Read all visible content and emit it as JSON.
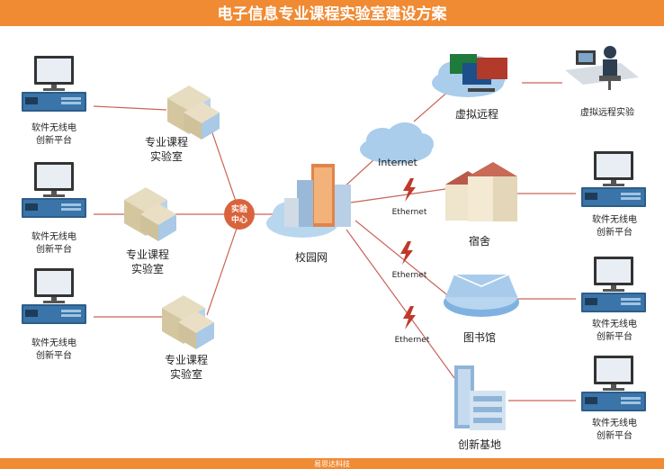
{
  "header": {
    "title": "电子信息专业课程实验室建设方案"
  },
  "footer": {
    "text": "易思达科技"
  },
  "colors": {
    "banner": "#f08a33",
    "lines": "#c9645a",
    "hub": "#d9643c",
    "cloud": "#a9cdeb",
    "lightning": "#c0392b"
  },
  "left": {
    "platform_line1": "软件无线电",
    "platform_line2": "创新平台",
    "lab_line1": "专业课程",
    "lab_line2": "实验室"
  },
  "hub": {
    "line1": "实验",
    "line2": "中心"
  },
  "campus": {
    "label": "校园网"
  },
  "links": {
    "internet": "Internet",
    "ethernet": "Ethernet"
  },
  "sites": {
    "virtual": "虚拟远程",
    "virtual_experiment": "虚拟远程实验",
    "dorm": "宿舍",
    "library": "图书馆",
    "innovation": "创新基地"
  },
  "right": {
    "platform_line1": "软件无线电",
    "platform_line2": "创新平台"
  }
}
